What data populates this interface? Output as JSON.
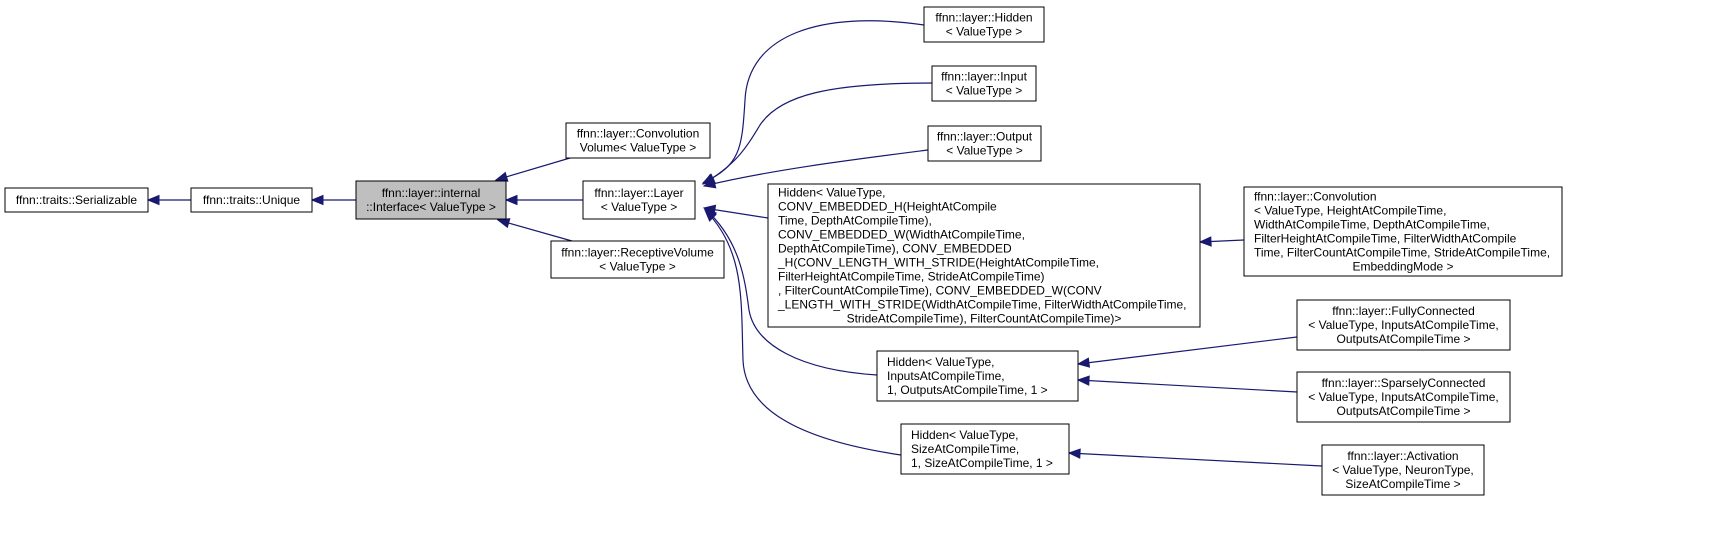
{
  "nodes": {
    "serializable": {
      "lines": [
        "ffnn::traits::Serializable"
      ],
      "align": "middle"
    },
    "unique": {
      "lines": [
        "ffnn::traits::Unique"
      ],
      "align": "middle"
    },
    "interface": {
      "lines": [
        "ffnn::layer::internal",
        "::Interface< ValueType >"
      ],
      "align": "middle"
    },
    "convolution_volume": {
      "lines": [
        "ffnn::layer::Convolution",
        "Volume< ValueType >"
      ],
      "align": "middle"
    },
    "layer": {
      "lines": [
        "ffnn::layer::Layer",
        "< ValueType >"
      ],
      "align": "middle"
    },
    "receptive_volume": {
      "lines": [
        "ffnn::layer::ReceptiveVolume",
        "< ValueType >"
      ],
      "align": "middle"
    },
    "hidden": {
      "lines": [
        "ffnn::layer::Hidden",
        "< ValueType >"
      ],
      "align": "middle"
    },
    "input": {
      "lines": [
        "ffnn::layer::Input",
        "< ValueType >"
      ],
      "align": "middle"
    },
    "output": {
      "lines": [
        "ffnn::layer::Output",
        "< ValueType >"
      ],
      "align": "middle"
    },
    "hidden_conv": {
      "lines": [
        "Hidden< ValueType,",
        " CONV_EMBEDDED_H(HeightAtCompile",
        "Time, DepthAtCompileTime),",
        " CONV_EMBEDDED_W(WidthAtCompileTime,",
        " DepthAtCompileTime), CONV_EMBEDDED",
        "_H(CONV_LENGTH_WITH_STRIDE(HeightAtCompileTime,",
        " FilterHeightAtCompileTime, StrideAtCompileTime)",
        ", FilterCountAtCompileTime), CONV_EMBEDDED_W(CONV",
        "_LENGTH_WITH_STRIDE(WidthAtCompileTime, FilterWidthAtCompileTime,",
        " StrideAtCompileTime), FilterCountAtCompileTime)>"
      ],
      "align": "start",
      "last_center": true
    },
    "convolution": {
      "lines": [
        "ffnn::layer::Convolution",
        "< ValueType, HeightAtCompileTime,",
        " WidthAtCompileTime, DepthAtCompileTime,",
        " FilterHeightAtCompileTime, FilterWidthAtCompile",
        "Time, FilterCountAtCompileTime, StrideAtCompileTime,",
        " EmbeddingMode >"
      ],
      "align": "start",
      "last_center": true
    },
    "hidden_inputs": {
      "lines": [
        "Hidden< ValueType,",
        " InputsAtCompileTime,",
        " 1, OutputsAtCompileTime, 1 >"
      ],
      "align": "start"
    },
    "fully_connected": {
      "lines": [
        "ffnn::layer::FullyConnected",
        "< ValueType, InputsAtCompileTime,",
        " OutputsAtCompileTime >"
      ],
      "align": "middle"
    },
    "sparsely_connected": {
      "lines": [
        "ffnn::layer::SparselyConnected",
        "< ValueType, InputsAtCompileTime,",
        " OutputsAtCompileTime >"
      ],
      "align": "middle"
    },
    "hidden_size": {
      "lines": [
        "Hidden< ValueType,",
        " SizeAtCompileTime,",
        " 1, SizeAtCompileTime, 1 >"
      ],
      "align": "start"
    },
    "activation": {
      "lines": [
        "ffnn::layer::Activation",
        "< ValueType, NeuronType,",
        " SizeAtCompileTime >"
      ],
      "align": "middle"
    }
  },
  "colors": {
    "edge": "#191970",
    "highlight_fill": "#bfbfbf",
    "border": "#000000"
  }
}
